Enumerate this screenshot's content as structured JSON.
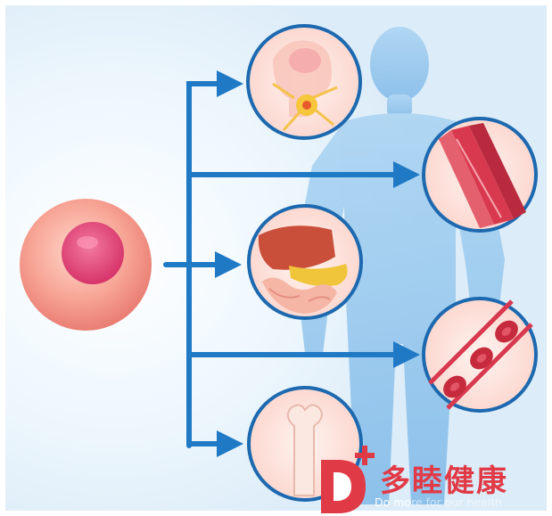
{
  "diagram": {
    "description_nodes": [
      "stem-cell",
      "nerve-cell-target",
      "muscle-tissue-target",
      "liver-digestive-target",
      "blood-cells-target",
      "bone-target"
    ],
    "colors": {
      "arrow": "#1f79c4",
      "cell_outer": "#f08a80",
      "cell_nucleus": "#e0416a",
      "body_silhouette": "#8fc3ec",
      "background": "#e6f3fb",
      "circle_border": "#1d69b0"
    }
  },
  "brand": {
    "cn_name": "多睦健康",
    "en_part1": "Do mo",
    "en_part2": "re for our health",
    "colors": {
      "primary": "#e03a46"
    }
  }
}
